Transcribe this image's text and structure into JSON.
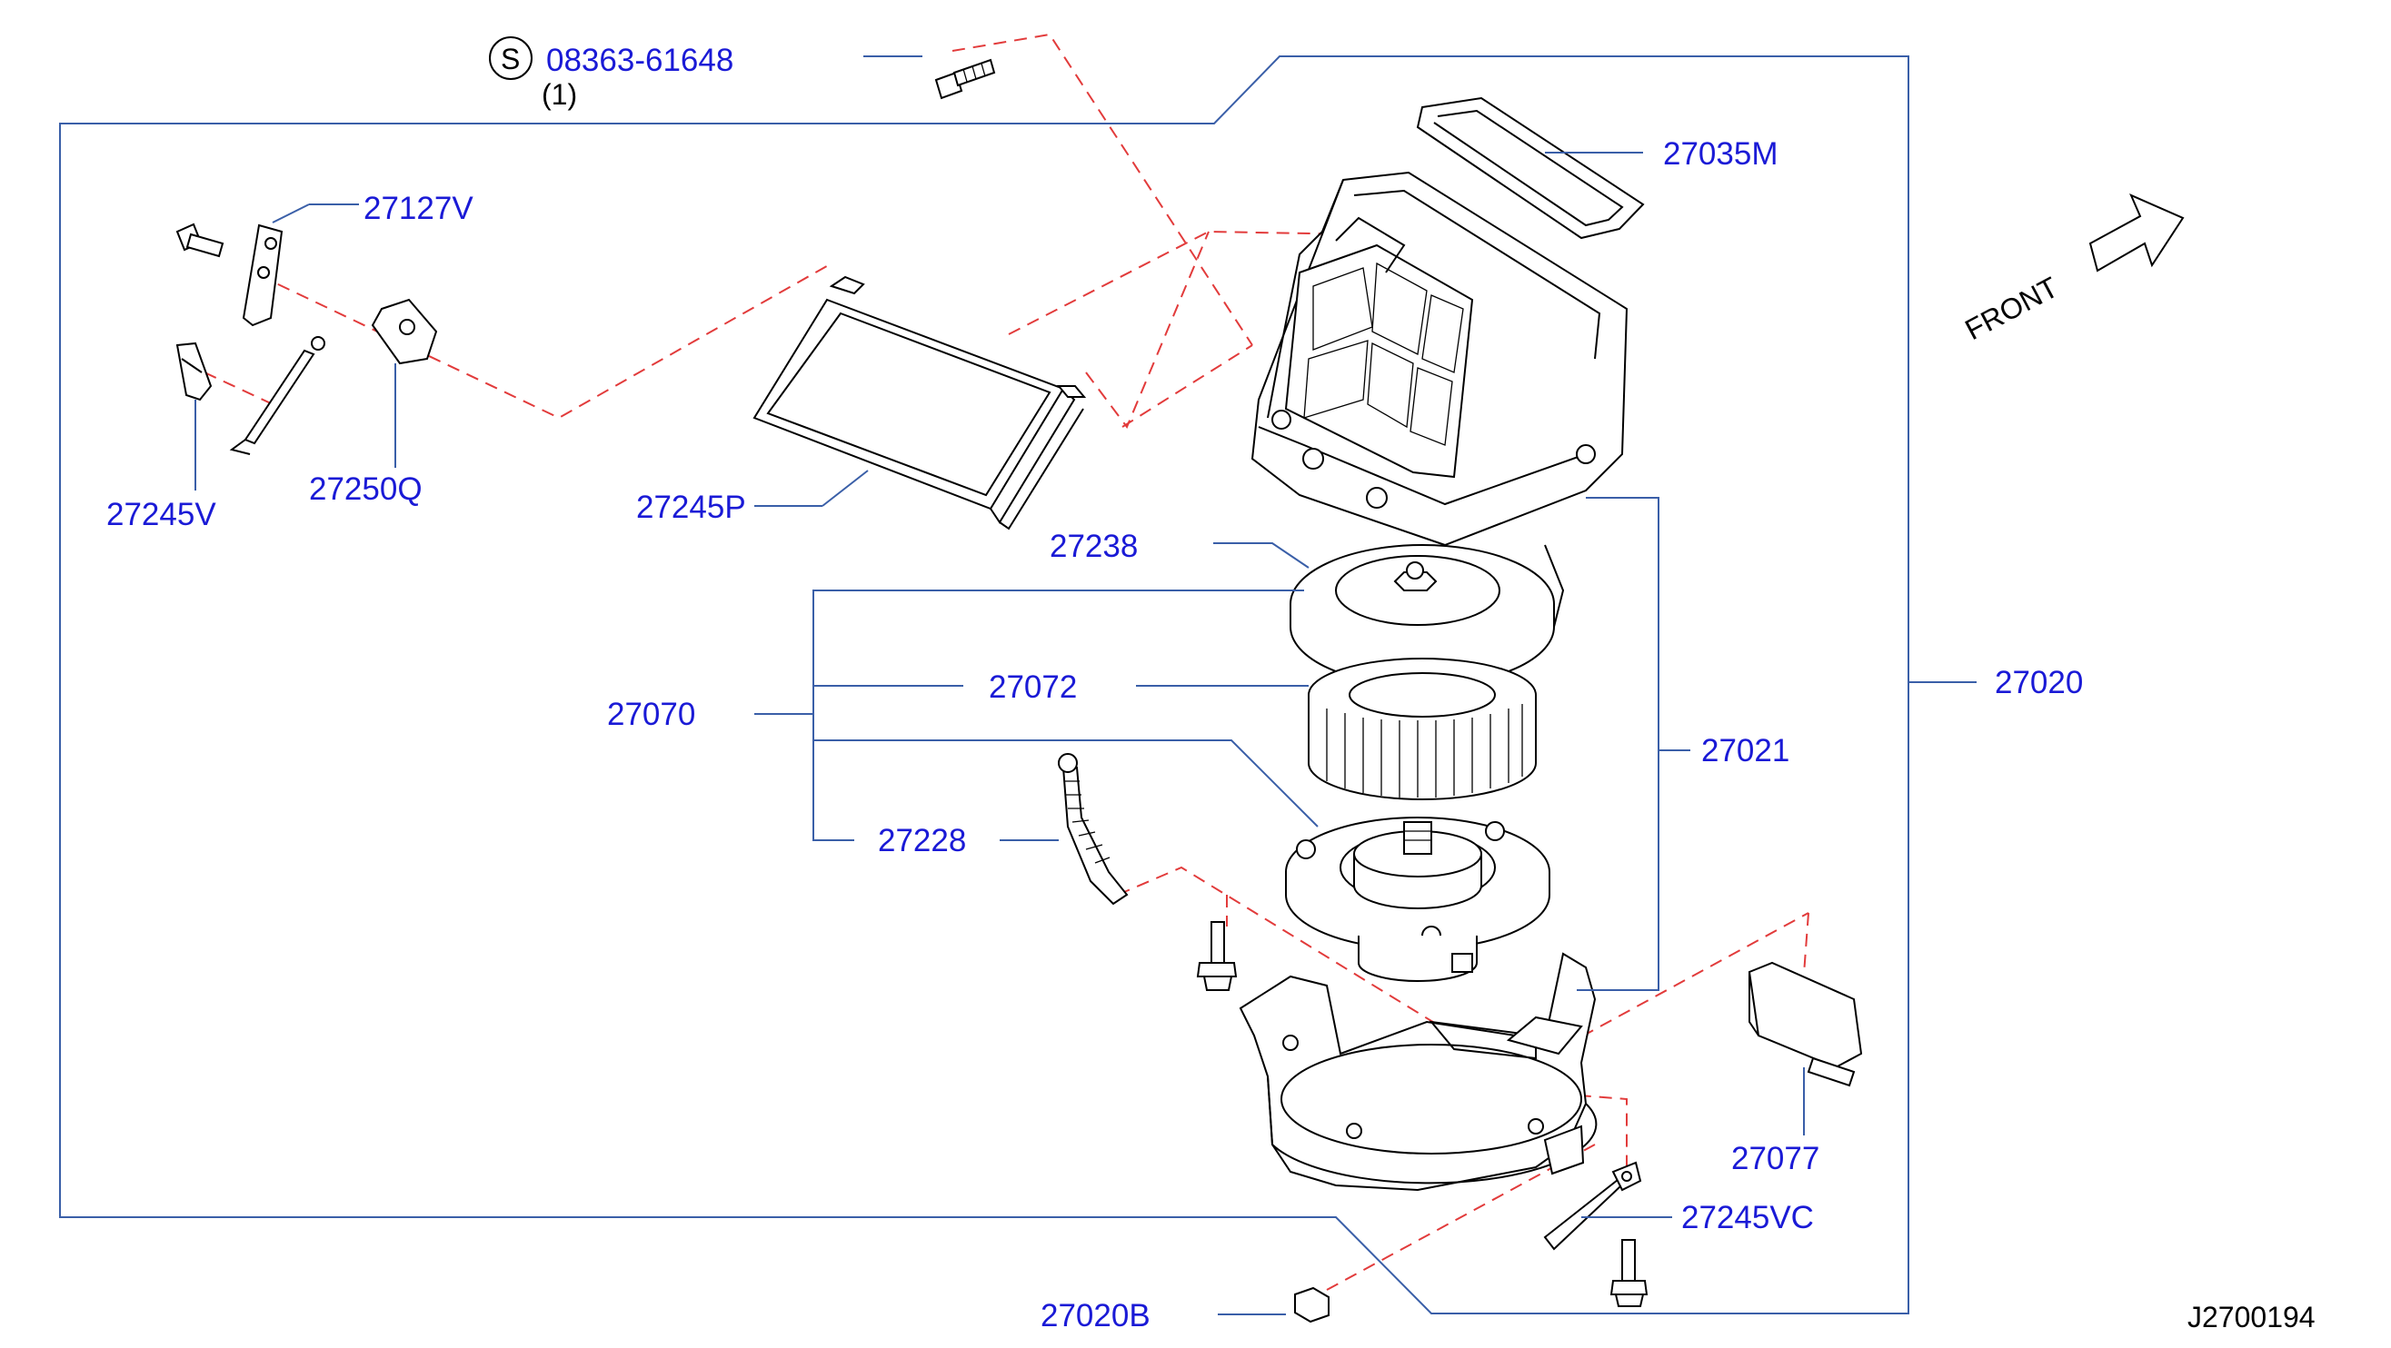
{
  "diagram": {
    "screw_code": "08363-61648",
    "screw_symbol": "S",
    "screw_qty": "(1)",
    "front_label": "FRONT",
    "drawing_id": "J2700194",
    "parts": {
      "p27035M": "27035M",
      "p27127V": "27127V",
      "p27245V": "27245V",
      "p27250Q": "27250Q",
      "p27245P": "27245P",
      "p27238": "27238",
      "p27072": "27072",
      "p27070": "27070",
      "p27021": "27021",
      "p27020": "27020",
      "p27228": "27228",
      "p27077": "27077",
      "p27245VC": "27245VC",
      "p27020B": "27020B"
    }
  },
  "colors": {
    "label": "#1a1ad6",
    "leader": "#3a5fa8",
    "dashed": "#e23b3b",
    "drawing": "#000000"
  }
}
